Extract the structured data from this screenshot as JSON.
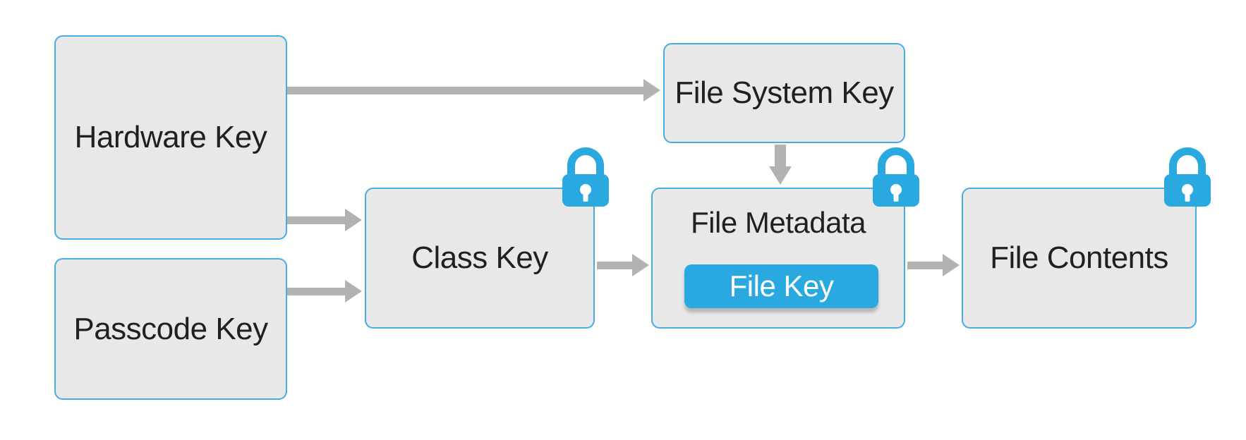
{
  "diagram": {
    "nodes": {
      "hardware_key": {
        "label": "Hardware Key"
      },
      "passcode_key": {
        "label": "Passcode Key"
      },
      "file_system_key": {
        "label": "File System Key"
      },
      "class_key": {
        "label": "Class Key"
      },
      "file_metadata": {
        "label": "File Metadata"
      },
      "file_key": {
        "label": "File Key"
      },
      "file_contents": {
        "label": "File Contents"
      }
    },
    "icons": {
      "lock_class_key": "lock-icon",
      "lock_file_metadata": "lock-icon",
      "lock_file_contents": "lock-icon"
    },
    "colors": {
      "box_fill": "#e8e8e9",
      "box_border": "#45ace4",
      "arrow": "#b2b2b2",
      "lock_blue": "#29a9e0",
      "file_key_fill": "#29a9e0",
      "file_key_text": "#ffffff",
      "label_text": "#231f20"
    }
  }
}
